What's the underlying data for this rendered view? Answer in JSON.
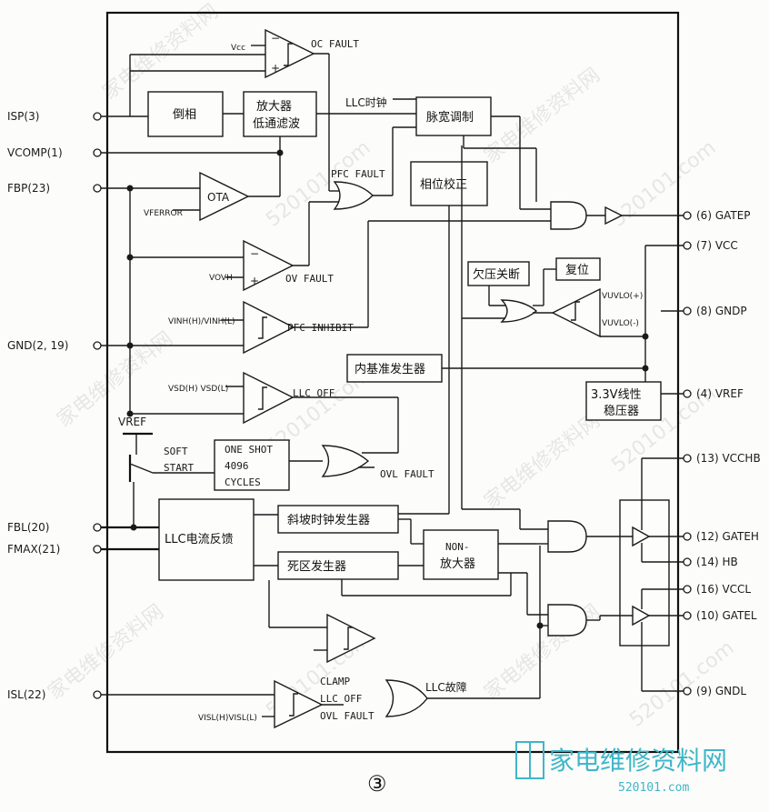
{
  "pins": {
    "isp": "ISP(3)",
    "vcomp": "VCOMP(1)",
    "fbp": "FBP(23)",
    "gnd": "GND(2, 19)",
    "fbl": "FBL(20)",
    "fmax": "FMAX(21)",
    "isl": "ISL(22)",
    "gatep": "(6) GATEP",
    "vcc": "(7) VCC",
    "gndp": "(8) GNDP",
    "vref": "(4) VREF",
    "vcchb": "(13) VCCHB",
    "gateh": "(12) GATEH",
    "hb": "(14) HB",
    "vccl": "(16) VCCL",
    "gatel": "(10) GATEL",
    "gndl": "(9) GNDL"
  },
  "blocks": {
    "invert": "倒相",
    "amp_filter_1": "放大器",
    "amp_filter_2": "低通滤波",
    "pwm": "脉宽调制",
    "phase": "相位校正",
    "uvlo": "欠压关断",
    "reset": "复位",
    "ref_gen": "内基准发生器",
    "regulator_1": "3.3V线性",
    "regulator_2": "稳压器",
    "one_shot_1": "ONE SHOT",
    "one_shot_2": "4096",
    "one_shot_3": "CYCLES",
    "llc_feedback": "LLC电流反馈",
    "ramp_clock": "斜坡时钟发生器",
    "dead_time": "死区发生器",
    "non_amp_1": "NON-",
    "non_amp_2": "放大器"
  },
  "signals": {
    "vcc_in": "Vcc",
    "oc_fault": "OC FAULT",
    "llc_clock": "LLC时钟",
    "pfc_fault": "PFC FAULT",
    "ota": "OTA",
    "vf_error": "VFERROR",
    "vovh": "VOVH",
    "ov_fault": "OV FAULT",
    "vinh": "VINH(H)/VINH(L)",
    "pfc_inhibit": "PFC INHIBIT",
    "vsd": "VSD(H) VSD(L)",
    "llc_off": "LLC OFF",
    "vref_label": "VREF",
    "soft_start_1": "SOFT",
    "soft_start_2": "START",
    "ovl_fault": "OVL FAULT",
    "vuvlo_h": "VUVLO(+)",
    "vuvlo_l": "VUVLO(-)",
    "clamp": "CLAMP",
    "llc_off2": "LLC OFF",
    "ovl_fault2": "OVL FAULT",
    "llc_fault": "LLC故障",
    "visl": "VISL(H)VISL(L)",
    "plus": "+",
    "minus": "−"
  },
  "watermark": "家电维修资料网",
  "watermark_url": "520101.com",
  "brand": {
    "name": "家电维修资料网",
    "url": "520101.com",
    "color": "#3fb6c9"
  },
  "figure_label": "③"
}
